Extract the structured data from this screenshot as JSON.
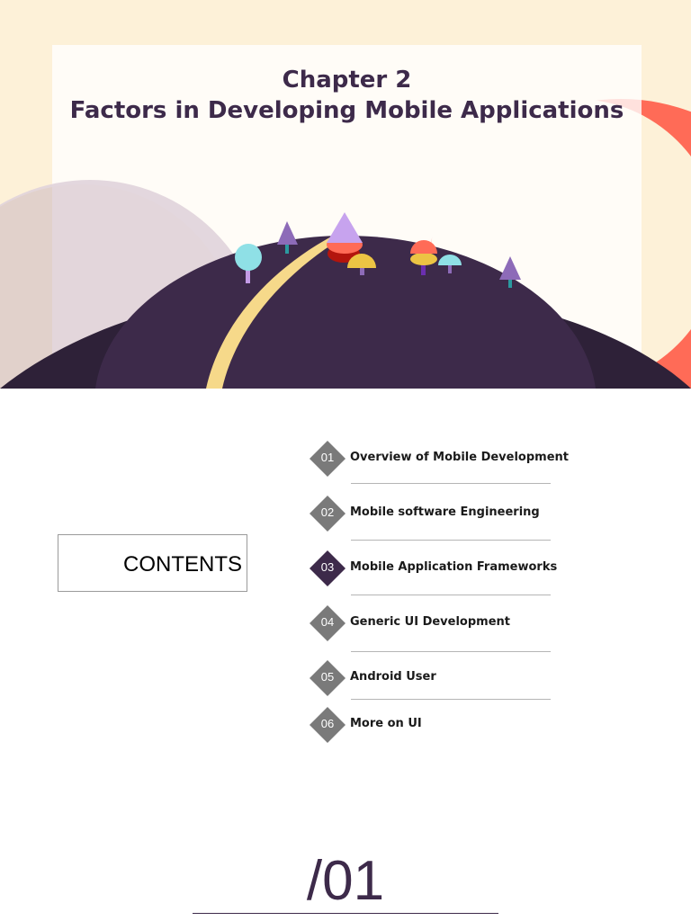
{
  "hero": {
    "title_line1": "Chapter 2",
    "title_line2": "Factors in Developing Mobile Applications"
  },
  "contents": {
    "label": "CONTENTS"
  },
  "toc": [
    {
      "num": "01",
      "label": "Overview of Mobile Development"
    },
    {
      "num": "02",
      "label": "Mobile software Engineering"
    },
    {
      "num": "03",
      "label": "Mobile Application Frameworks"
    },
    {
      "num": "04",
      "label": "Generic UI Development"
    },
    {
      "num": "05",
      "label": "Android User"
    },
    {
      "num": "06",
      "label": "More on UI"
    }
  ],
  "footer": {
    "page_number": "/01"
  },
  "colors": {
    "accent_dark": "#3d2a4a",
    "diamond_gray": "#7a7a7a",
    "diamond_active": "#3d2a4a",
    "cream": "#fdf1d8",
    "coral": "#ff6b57",
    "mustard": "#ecc444"
  }
}
